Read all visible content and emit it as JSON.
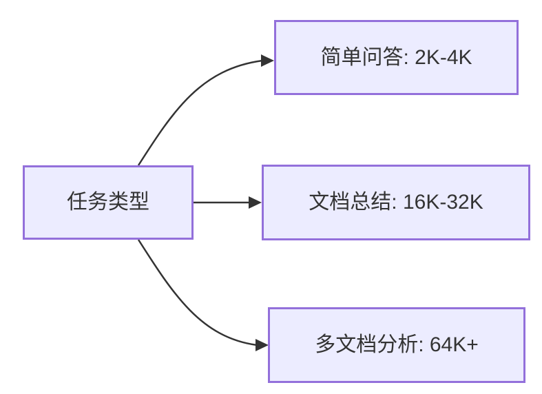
{
  "diagram": {
    "type": "flowchart-left-right",
    "root": {
      "label": "任务类型"
    },
    "children": [
      {
        "label": "简单问答: 2K-4K"
      },
      {
        "label": "文档总结: 16K-32K"
      },
      {
        "label": "多文档分析: 64K+"
      }
    ],
    "edges": [
      {
        "from": "任务类型",
        "to": "简单问答: 2K-4K"
      },
      {
        "from": "任务类型",
        "to": "文档总结: 16K-32K"
      },
      {
        "from": "任务类型",
        "to": "多文档分析: 64K+"
      }
    ],
    "colors": {
      "node_fill": "#ECECFF",
      "node_border": "#9370DB",
      "edge_line": "#333333",
      "text": "#333333",
      "background": "#FFFFFF"
    }
  }
}
